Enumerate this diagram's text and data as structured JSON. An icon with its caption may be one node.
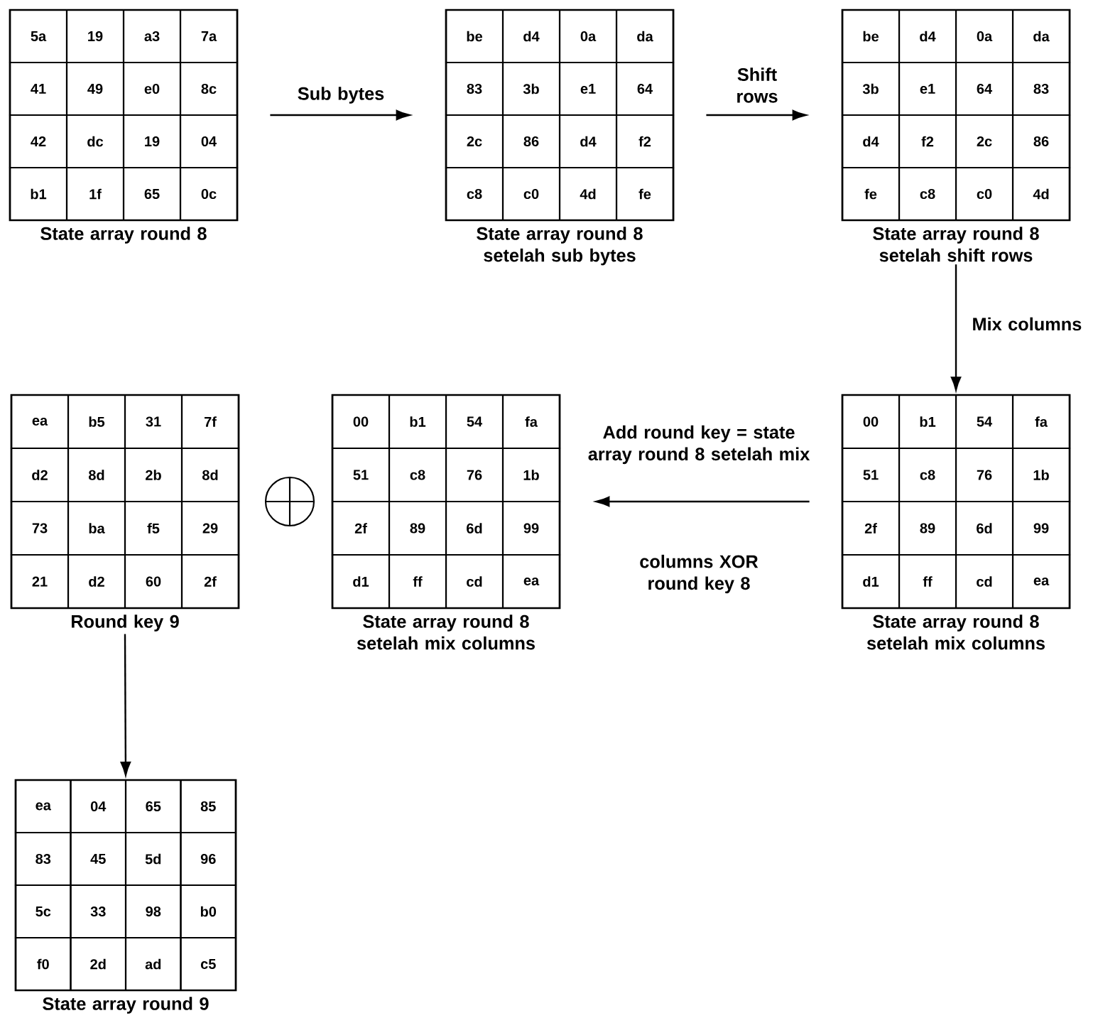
{
  "diagram": {
    "nodes": [
      {
        "text": [
          "State array round 8"
        ]
      },
      {
        "text": [
          "State array round 8 setelah sub bytes"
        ]
      },
      {
        "text": [
          "State array round 8 setelah shift rows"
        ]
      },
      {
        "text": [
          "Round key 9"
        ]
      },
      {
        "text": [
          "State array round 8 setelah mix columns"
        ]
      },
      {
        "text": [
          "State array round 8 setelah mix columns"
        ]
      },
      {
        "text": [
          "State array round 9"
        ]
      },
      {
        "text": [
          "5a"
        ],
        "in": 0
      },
      {
        "text": [
          "19"
        ],
        "in": 0
      },
      {
        "text": [
          "a3"
        ],
        "in": 0
      },
      {
        "text": [
          "7a"
        ],
        "in": 0
      },
      {
        "text": [
          "41"
        ],
        "in": 0
      },
      {
        "text": [
          "49"
        ],
        "in": 0
      },
      {
        "text": [
          "e0"
        ],
        "in": 0
      },
      {
        "text": [
          "8c"
        ],
        "in": 0
      },
      {
        "text": [
          "42"
        ],
        "in": 0
      },
      {
        "text": [
          "dc"
        ],
        "in": 0
      },
      {
        "text": [
          "19"
        ],
        "in": 0
      },
      {
        "text": [
          "04"
        ],
        "in": 0
      },
      {
        "text": [
          "b1"
        ],
        "in": 0
      },
      {
        "text": [
          "1f"
        ],
        "in": 0
      },
      {
        "text": [
          "65"
        ],
        "in": 0
      },
      {
        "text": [
          "0c"
        ],
        "in": 0
      },
      {
        "text": [
          "be"
        ],
        "in": 1
      },
      {
        "text": [
          "d4"
        ],
        "in": 1
      },
      {
        "text": [
          "0a"
        ],
        "in": 1
      },
      {
        "text": [
          "da"
        ],
        "in": 1
      },
      {
        "text": [
          "83"
        ],
        "in": 1
      },
      {
        "text": [
          "3b"
        ],
        "in": 1
      },
      {
        "text": [
          "e1"
        ],
        "in": 1
      },
      {
        "text": [
          "64"
        ],
        "in": 1
      },
      {
        "text": [
          "2c"
        ],
        "in": 1
      },
      {
        "text": [
          "86"
        ],
        "in": 1
      },
      {
        "text": [
          "d4"
        ],
        "in": 1
      },
      {
        "text": [
          "f2"
        ],
        "in": 1
      },
      {
        "text": [
          "c8"
        ],
        "in": 1
      },
      {
        "text": [
          "c0"
        ],
        "in": 1
      },
      {
        "text": [
          "4d"
        ],
        "in": 1
      },
      {
        "text": [
          "fe"
        ],
        "in": 1
      },
      {
        "text": [
          "be"
        ],
        "in": 2
      },
      {
        "text": [
          "d4"
        ],
        "in": 2
      },
      {
        "text": [
          "0a"
        ],
        "in": 2
      },
      {
        "text": [
          "da"
        ],
        "in": 2
      },
      {
        "text": [
          "3b"
        ],
        "in": 2
      },
      {
        "text": [
          "e1"
        ],
        "in": 2
      },
      {
        "text": [
          "64"
        ],
        "in": 2
      },
      {
        "text": [
          "83"
        ],
        "in": 2
      },
      {
        "text": [
          "d4"
        ],
        "in": 2
      },
      {
        "text": [
          "f2"
        ],
        "in": 2
      },
      {
        "text": [
          "2c"
        ],
        "in": 2
      },
      {
        "text": [
          "86"
        ],
        "in": 2
      },
      {
        "text": [
          "fe"
        ],
        "in": 2
      },
      {
        "text": [
          "c8"
        ],
        "in": 2
      },
      {
        "text": [
          "c0"
        ],
        "in": 2
      },
      {
        "text": [
          "4d"
        ],
        "in": 2
      },
      {
        "text": [
          "ea"
        ],
        "in": 3
      },
      {
        "text": [
          "b5"
        ],
        "in": 3
      },
      {
        "text": [
          "31"
        ],
        "in": 3
      },
      {
        "text": [
          "7f"
        ],
        "in": 3
      },
      {
        "text": [
          "d2"
        ],
        "in": 3
      },
      {
        "text": [
          "8d"
        ],
        "in": 3
      },
      {
        "text": [
          "2b"
        ],
        "in": 3
      },
      {
        "text": [
          "8d"
        ],
        "in": 3
      },
      {
        "text": [
          "73"
        ],
        "in": 3
      },
      {
        "text": [
          "ba"
        ],
        "in": 3
      },
      {
        "text": [
          "f5"
        ],
        "in": 3
      },
      {
        "text": [
          "29"
        ],
        "in": 3
      },
      {
        "text": [
          "21"
        ],
        "in": 3
      },
      {
        "text": [
          "d2"
        ],
        "in": 3
      },
      {
        "text": [
          "60"
        ],
        "in": 3
      },
      {
        "text": [
          "2f"
        ],
        "in": 3
      },
      {
        "text": [
          "00"
        ],
        "in": 4
      },
      {
        "text": [
          "b1"
        ],
        "in": 4
      },
      {
        "text": [
          "54"
        ],
        "in": 4
      },
      {
        "text": [
          "fa"
        ],
        "in": 4
      },
      {
        "text": [
          "51"
        ],
        "in": 4
      },
      {
        "text": [
          "c8"
        ],
        "in": 4
      },
      {
        "text": [
          "76"
        ],
        "in": 4
      },
      {
        "text": [
          "1b"
        ],
        "in": 4
      },
      {
        "text": [
          "2f"
        ],
        "in": 4
      },
      {
        "text": [
          "89"
        ],
        "in": 4
      },
      {
        "text": [
          "6d"
        ],
        "in": 4
      },
      {
        "text": [
          "99"
        ],
        "in": 4
      },
      {
        "text": [
          "d1"
        ],
        "in": 4
      },
      {
        "text": [
          "ff"
        ],
        "in": 4
      },
      {
        "text": [
          "cd"
        ],
        "in": 4
      },
      {
        "text": [
          "ea"
        ],
        "in": 4
      },
      {
        "text": [
          "00"
        ],
        "in": 5
      },
      {
        "text": [
          "b1"
        ],
        "in": 5
      },
      {
        "text": [
          "54"
        ],
        "in": 5
      },
      {
        "text": [
          "fa"
        ],
        "in": 5
      },
      {
        "text": [
          "51"
        ],
        "in": 5
      },
      {
        "text": [
          "c8"
        ],
        "in": 5
      },
      {
        "text": [
          "76"
        ],
        "in": 5
      },
      {
        "text": [
          "1b"
        ],
        "in": 5
      },
      {
        "text": [
          "2f"
        ],
        "in": 5
      },
      {
        "text": [
          "89"
        ],
        "in": 5
      },
      {
        "text": [
          "6d"
        ],
        "in": 5
      },
      {
        "text": [
          "99"
        ],
        "in": 5
      },
      {
        "text": [
          "d1"
        ],
        "in": 5
      },
      {
        "text": [
          "ff"
        ],
        "in": 5
      },
      {
        "text": [
          "cd"
        ],
        "in": 5
      },
      {
        "text": [
          "ea"
        ],
        "in": 5
      },
      {
        "text": [
          "ea"
        ],
        "in": 6
      },
      {
        "text": [
          "04"
        ],
        "in": 6
      },
      {
        "text": [
          "65"
        ],
        "in": 6
      },
      {
        "text": [
          "85"
        ],
        "in": 6
      },
      {
        "text": [
          "83"
        ],
        "in": 6
      },
      {
        "text": [
          "45"
        ],
        "in": 6
      },
      {
        "text": [
          "5d"
        ],
        "in": 6
      },
      {
        "text": [
          "96"
        ],
        "in": 6
      },
      {
        "text": [
          "5c"
        ],
        "in": 6
      },
      {
        "text": [
          "33"
        ],
        "in": 6
      },
      {
        "text": [
          "98"
        ],
        "in": 6
      },
      {
        "text": [
          "b0"
        ],
        "in": 6
      },
      {
        "text": [
          "f0"
        ],
        "in": 6
      },
      {
        "text": [
          "2d"
        ],
        "in": 6
      },
      {
        "text": [
          "ad"
        ],
        "in": 6
      },
      {
        "text": [
          "c5"
        ],
        "in": 6
      }
    ],
    "edges": [
      {
        "from": 0,
        "to": 1,
        "arrow": "to",
        "label": "Sub bytes"
      },
      {
        "from": 1,
        "to": 2,
        "arrow": "to",
        "label": "Shift rows"
      },
      {
        "from": 2,
        "to": 5,
        "arrow": "to",
        "label": "Mix columns"
      },
      {
        "from": 5,
        "to": 4,
        "arrow": "to",
        "label": "Add round key = state array round 8 setelah mix"
      },
      {
        "from": 3,
        "to": 6,
        "arrow": "to"
      }
    ],
    "labels": [
      "columns XOR round key 8"
    ]
  }
}
